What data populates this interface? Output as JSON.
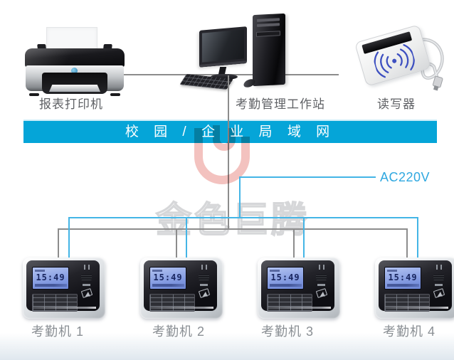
{
  "devices": {
    "printer": {
      "label": "报表打印机"
    },
    "workstation": {
      "label": "考勤管理工作站"
    },
    "reader": {
      "label": "读写器"
    }
  },
  "lan_bar": {
    "label": "校 园 / 企 业 局 域 网",
    "background": "#05a5d8",
    "text_color": "#ffffff"
  },
  "power": {
    "label": "AC220V",
    "line_color": "#44b5e6",
    "text_color": "#2fa8e0"
  },
  "network": {
    "line_color": "#8c8c8c"
  },
  "watermark": {
    "text": "金色巨腾"
  },
  "machines": [
    {
      "label": "考勤机 1",
      "time": "15:49"
    },
    {
      "label": "考勤机 2",
      "time": "15:49"
    },
    {
      "label": "考勤机 3",
      "time": "15:49"
    },
    {
      "label": "考勤机 4",
      "time": "15:49"
    }
  ]
}
